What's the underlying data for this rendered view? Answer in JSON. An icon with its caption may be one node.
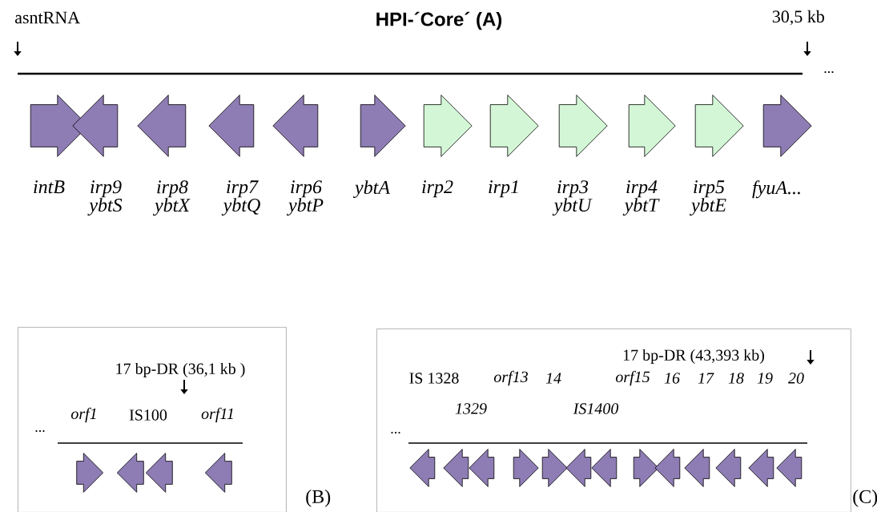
{
  "diagram": {
    "title": "HPI-´Core´ (A)",
    "nodes": [
      {
        "text": [],
        "shape": "arrow",
        "beside": [
          "intB"
        ]
      },
      {
        "text": [],
        "shape": "arrow",
        "beside": [
          "irp9 ybtS"
        ]
      },
      {
        "text": [],
        "shape": "arrow",
        "beside": [
          "irp8 ybtX"
        ]
      },
      {
        "text": [],
        "shape": "arrow",
        "beside": [
          "irp7 ybtQ"
        ]
      },
      {
        "text": [],
        "shape": "arrow",
        "beside": [
          "irp6 ybtP"
        ]
      },
      {
        "text": [],
        "shape": "arrow",
        "beside": [
          "ybtA"
        ]
      },
      {
        "text": [],
        "shape": "arrow",
        "beside": [
          "irp2"
        ]
      },
      {
        "text": [],
        "shape": "arrow",
        "beside": [
          "irp1"
        ]
      },
      {
        "text": [],
        "shape": "arrow",
        "beside": [
          "irp3 ybtU"
        ]
      },
      {
        "text": [],
        "shape": "arrow",
        "beside": [
          "irp4 ybtT"
        ]
      },
      {
        "text": [],
        "shape": "arrow",
        "beside": [
          "irp5 ybtE"
        ]
      },
      {
        "text": [],
        "shape": "arrow",
        "beside": [
          "fyuA..."
        ]
      },
      {
        "text": [
          "(B)"
        ]
      },
      {
        "text": [],
        "shape": "arrow",
        "in": 12
      },
      {
        "text": [],
        "shape": "arrow",
        "in": 12
      },
      {
        "text": [],
        "shape": "arrow",
        "in": 12
      },
      {
        "text": [],
        "shape": "arrow",
        "in": 12
      },
      {
        "text": [
          "(C)"
        ]
      },
      {
        "text": [],
        "shape": "arrow",
        "in": 17
      },
      {
        "text": [],
        "shape": "arrow",
        "in": 17
      },
      {
        "text": [],
        "shape": "arrow",
        "in": 17
      },
      {
        "text": [],
        "shape": "arrow",
        "in": 17
      },
      {
        "text": [],
        "shape": "arrow",
        "in": 17
      },
      {
        "text": [],
        "shape": "arrow",
        "in": 17
      },
      {
        "text": [],
        "shape": "arrow",
        "in": 17
      },
      {
        "text": [],
        "shape": "arrow",
        "in": 17
      },
      {
        "text": [],
        "shape": "arrow",
        "in": 17
      },
      {
        "text": [],
        "shape": "arrow",
        "in": 17
      },
      {
        "text": [],
        "shape": "arrow",
        "in": 17
      },
      {
        "text": [],
        "shape": "arrow",
        "in": 17
      },
      {
        "text": [],
        "shape": "arrow",
        "in": 17
      }
    ],
    "labels": [
      "asntRNA",
      "30,5 kb",
      "...",
      "17 bp-DR (36,1 kb )",
      "orf1",
      "IS100",
      "orf11",
      "...",
      "17 bp-DR (43,393 kb)",
      "IS 1328",
      "orf13",
      "14",
      "orf15",
      "16",
      "17",
      "18",
      "19",
      "20",
      "1329",
      "IS1400",
      "..."
    ]
  }
}
